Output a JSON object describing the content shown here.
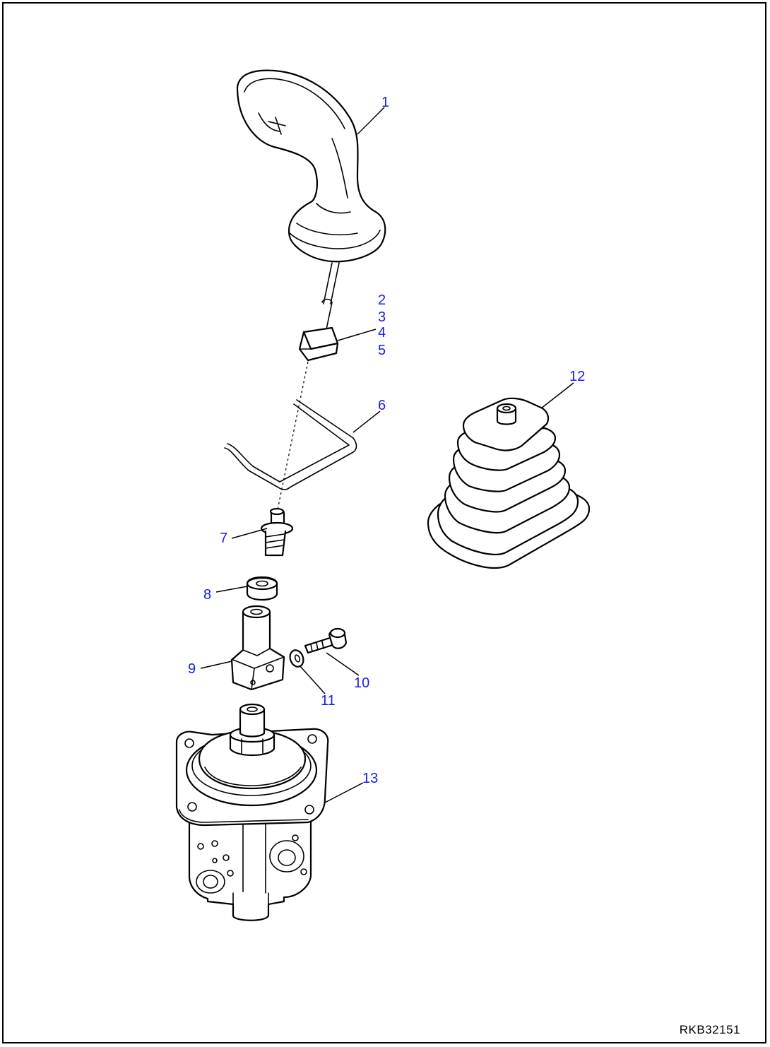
{
  "drawing_code": "RKB32151",
  "callouts": {
    "c1": "1",
    "c2": "2",
    "c3": "3",
    "c4": "4",
    "c5": "5",
    "c6": "6",
    "c7": "7",
    "c8": "8",
    "c9": "9",
    "c10": "10",
    "c11": "11",
    "c12": "12",
    "c13": "13"
  },
  "colors": {
    "callout": "#1a1ae6",
    "line": "#000000",
    "background": "#ffffff"
  }
}
